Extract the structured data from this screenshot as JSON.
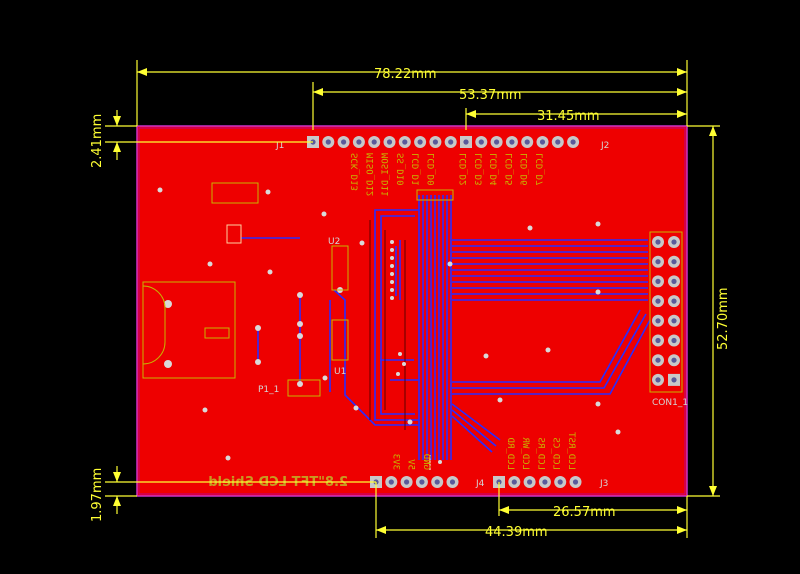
{
  "dimensions": {
    "board_width": "78.22mm",
    "j1_offset": "53.37mm",
    "j2_offset": "31.45mm",
    "top_margin": "2.41mm",
    "board_height": "52.70mm",
    "bottom_margin": "1.97mm",
    "j3_offset": "26.57mm",
    "j4_offset": "44.39mm"
  },
  "refdes": {
    "j1": "J1",
    "j2": "J2",
    "j3": "J3",
    "j4": "J4",
    "con1": "CON1_1",
    "u1": "U1",
    "u2": "U2",
    "pt1": "P1_1"
  },
  "pins": {
    "j1": [
      "LCD_D0",
      "LCD_D1",
      "SS_D10",
      "MOSI_D11",
      "MISO_D12",
      "SCK_D13"
    ],
    "j2": [
      "LCD_D2",
      "LCD_D3",
      "LCD_D4",
      "LCD_D5",
      "LCD_D6",
      "LCD_D7"
    ],
    "j3": [
      "LCD_RST",
      "LCD_CS",
      "LCD_RS",
      "LCD_WR",
      "LCD_RD"
    ],
    "j4": [
      "GND",
      "5V",
      "3V3"
    ]
  },
  "silkscreen_title": "2.8\"TFT LCD Shield",
  "colors": {
    "background": "#000000",
    "board": "#ee0000",
    "outline": "#cc33cc",
    "dimension": "#ffff33",
    "silk": "#c8b400",
    "bottom_trace": "#2a2cff",
    "pad": "#c8c8c8"
  }
}
